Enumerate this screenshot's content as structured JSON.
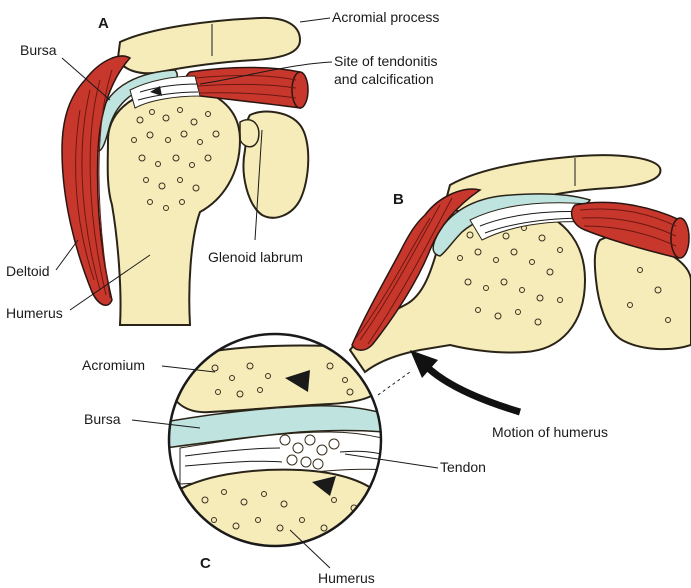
{
  "panels": {
    "a": "A",
    "b": "B",
    "c": "C"
  },
  "labels": {
    "acromial_process": "Acromial process",
    "site_line1": "Site of tendonitis",
    "site_line2": "and calcification",
    "bursa_a": "Bursa",
    "deltoid": "Deltoid",
    "humerus_a": "Humerus",
    "glenoid_labrum": "Glenoid labrum",
    "acromium": "Acromium",
    "bursa_c": "Bursa",
    "tendon": "Tendon",
    "humerus_c": "Humerus",
    "motion": "Motion of humerus"
  },
  "colors": {
    "bone": "#f6ecba",
    "muscle": "#c8372c",
    "bursa": "#bfe3df",
    "outline": "#2a2418"
  }
}
